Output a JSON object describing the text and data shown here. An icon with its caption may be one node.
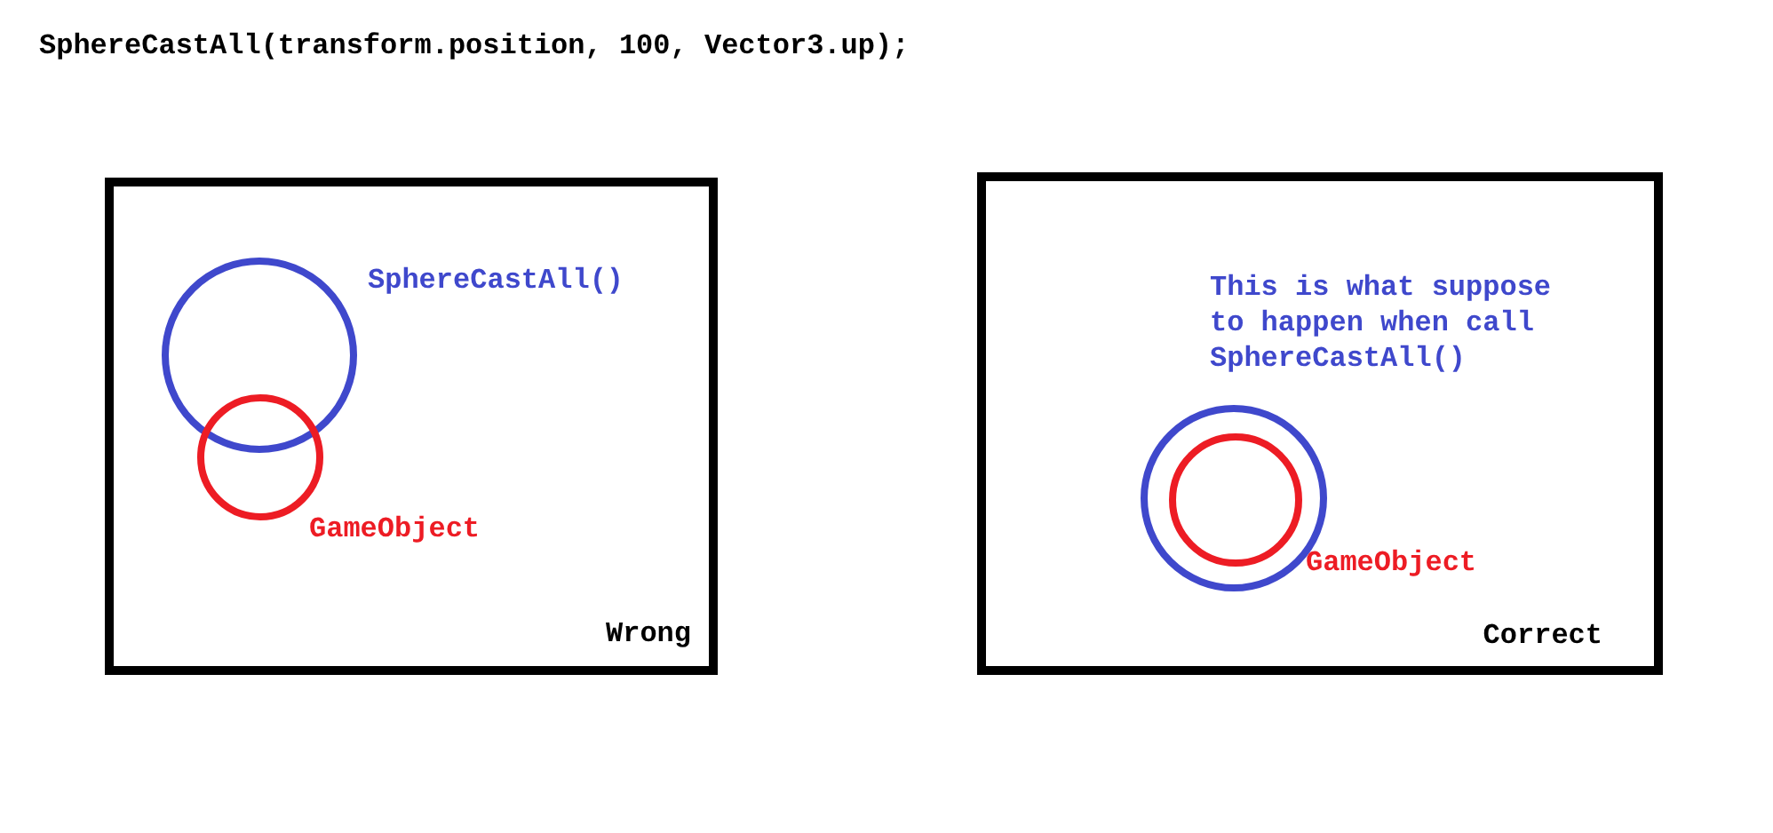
{
  "diagram": {
    "title": "SphereCastAll(transform.position, 100, Vector3.up);",
    "nodes": [
      {
        "text": [
          "Wrong"
        ]
      },
      {
        "text": [],
        "shape": "circle",
        "in": 0,
        "beside": [
          "SphereCastAll()"
        ]
      },
      {
        "text": [],
        "shape": "circle",
        "in": 0,
        "beside": [
          "GameObject"
        ]
      },
      {
        "text": [
          "Correct"
        ]
      },
      {
        "text": [],
        "shape": "circle",
        "in": 3,
        "beside": [
          "This is what suppose to happen when call SphereCastAll()"
        ]
      },
      {
        "text": [],
        "shape": "circle",
        "in": 4,
        "beside": [
          "GameObject"
        ]
      }
    ]
  }
}
